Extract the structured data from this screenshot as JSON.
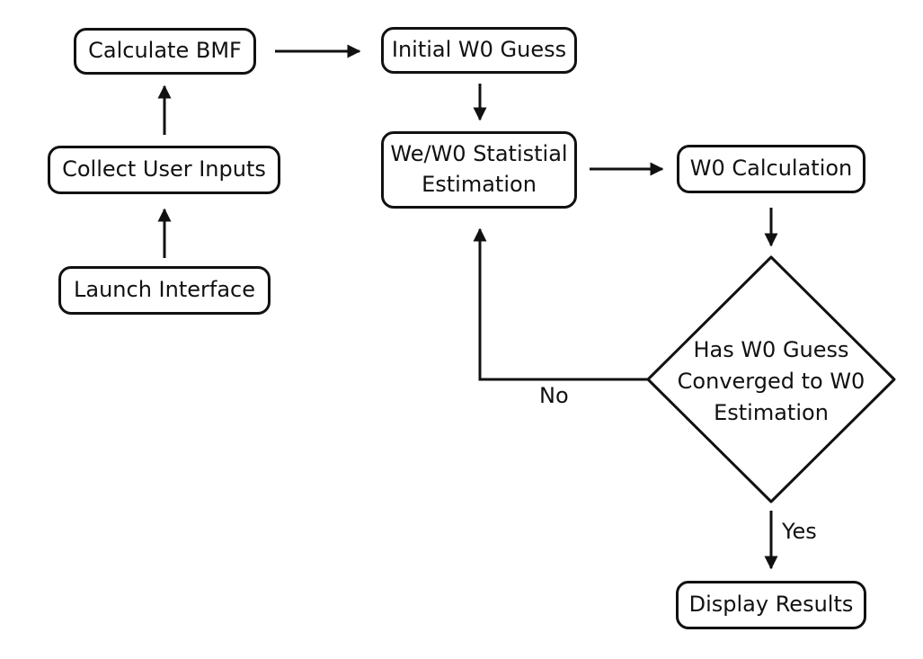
{
  "diagram": {
    "nodes": {
      "launch": "Launch Interface",
      "collect": "Collect User Inputs",
      "bmf": "Calculate BMF",
      "initial_guess": "Initial W0 Guess",
      "statistical_line1": "We/W0 Statistial",
      "statistical_line2": "Estimation",
      "w0_calc": "W0 Calculation",
      "decision_line1": "Has W0 Guess",
      "decision_line2": "Converged to W0",
      "decision_line3": "Estimation",
      "display": "Display Results"
    },
    "edges": {
      "no_label": "No",
      "yes_label": "Yes"
    },
    "colors": {
      "stroke": "#111111",
      "background": "#ffffff"
    }
  }
}
